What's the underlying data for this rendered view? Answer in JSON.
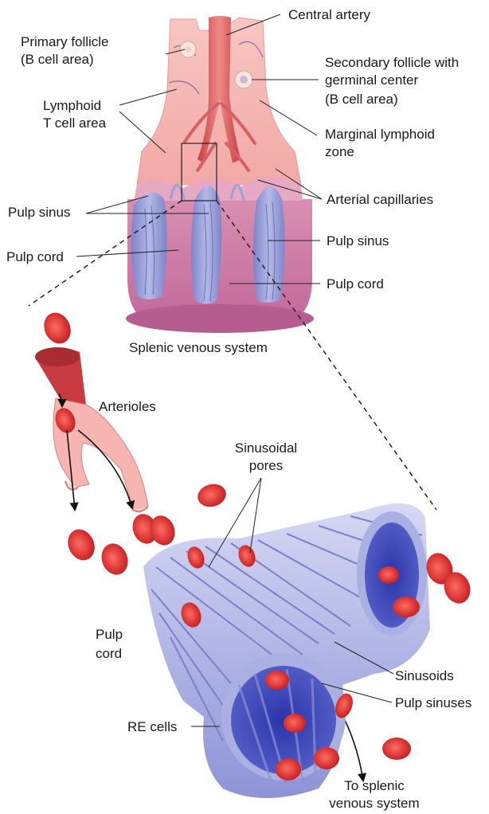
{
  "labels": {
    "central_artery": "Central artery",
    "primary_follicle_1": "Primary follicle",
    "primary_follicle_2": "(B cell area)",
    "secondary_follicle_1": "Secondary follicle with",
    "secondary_follicle_2": "germinal center",
    "secondary_follicle_3": "(B cell area)",
    "lymphoid_1": "Lymphoid",
    "lymphoid_2": "T cell area",
    "marginal_1": "Marginal lymphoid",
    "marginal_2": "zone",
    "pulp_sinus_left": "Pulp sinus",
    "arterial_capillaries": "Arterial capillaries",
    "pulp_cord_left": "Pulp cord",
    "pulp_sinus_right": "Pulp sinus",
    "pulp_cord_right": "Pulp cord",
    "splenic_venous_system": "Splenic venous system",
    "arterioles": "Arterioles",
    "sinusoidal_pores_1": "Sinusoidal",
    "sinusoidal_pores_2": "pores",
    "pulp_cord_bottom_1": "Pulp",
    "pulp_cord_bottom_2": "cord",
    "sinusoids": "Sinusoids",
    "pulp_sinuses": "Pulp sinuses",
    "re_cells": "RE cells",
    "to_splenic_1": "To splenic",
    "to_splenic_2": "venous system"
  },
  "colors": {
    "pink_light": "#f6b8b4",
    "pink_artery": "#e0787a",
    "mauve": "#c9789e",
    "lilac": "#9aa0d6",
    "blue_deep": "#3a46b8",
    "rbc_red": "#d42a2a"
  }
}
